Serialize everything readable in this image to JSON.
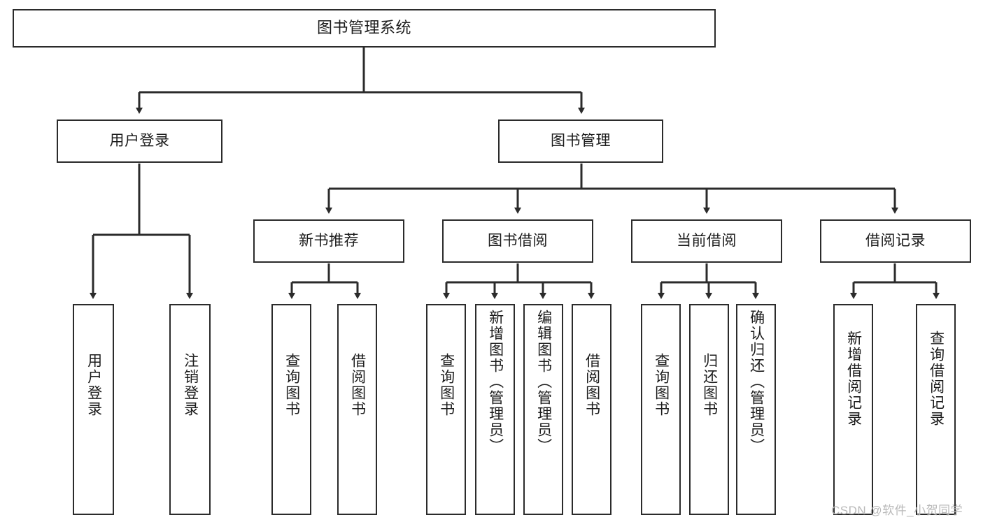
{
  "diagram": {
    "type": "tree",
    "title": "图书管理系统",
    "watermark": "CSDN @软件_小贺同学",
    "colors": {
      "stroke": "#2b2b2b",
      "fill": "#ffffff",
      "text": "#1c1c1c",
      "watermark": "#b9b9b9"
    },
    "nodes": {
      "root": {
        "label": "图书管理系统",
        "orientation": "horizontal"
      },
      "level2": [
        {
          "id": "user-login",
          "label": "用户登录",
          "orientation": "horizontal"
        },
        {
          "id": "book-manage",
          "label": "图书管理",
          "orientation": "horizontal"
        }
      ],
      "level3": [
        {
          "id": "new-book-recommend",
          "label": "新书推荐",
          "orientation": "horizontal"
        },
        {
          "id": "book-borrow",
          "label": "图书借阅",
          "orientation": "horizontal"
        },
        {
          "id": "current-borrow",
          "label": "当前借阅",
          "orientation": "horizontal"
        },
        {
          "id": "borrow-record",
          "label": "借阅记录",
          "orientation": "horizontal"
        }
      ],
      "leaves": {
        "user-login": [
          {
            "id": "leaf-user-login",
            "label": "用户登录",
            "orientation": "vertical"
          },
          {
            "id": "leaf-user-logout",
            "label": "注销登录",
            "orientation": "vertical"
          }
        ],
        "new-book-recommend": [
          {
            "id": "leaf-query-book-1",
            "label": "查询图书",
            "orientation": "vertical"
          },
          {
            "id": "leaf-borrow-book-1",
            "label": "借阅图书",
            "orientation": "vertical"
          }
        ],
        "book-borrow": [
          {
            "id": "leaf-query-book-2",
            "label": "查询图书",
            "orientation": "vertical"
          },
          {
            "id": "leaf-add-book",
            "label": "新增图书（管理员）",
            "orientation": "vertical"
          },
          {
            "id": "leaf-edit-book",
            "label": "编辑图书（管理员）",
            "orientation": "vertical"
          },
          {
            "id": "leaf-borrow-book-2",
            "label": "借阅图书",
            "orientation": "vertical"
          }
        ],
        "current-borrow": [
          {
            "id": "leaf-query-book-3",
            "label": "查询图书",
            "orientation": "vertical"
          },
          {
            "id": "leaf-return-book",
            "label": "归还图书",
            "orientation": "vertical"
          },
          {
            "id": "leaf-confirm-return",
            "label": "确认归还（管理员）",
            "orientation": "vertical"
          }
        ],
        "borrow-record": [
          {
            "id": "leaf-add-record",
            "label": "新增借阅记录",
            "orientation": "vertical"
          },
          {
            "id": "leaf-query-record",
            "label": "查询借阅记录",
            "orientation": "vertical"
          }
        ]
      }
    }
  }
}
